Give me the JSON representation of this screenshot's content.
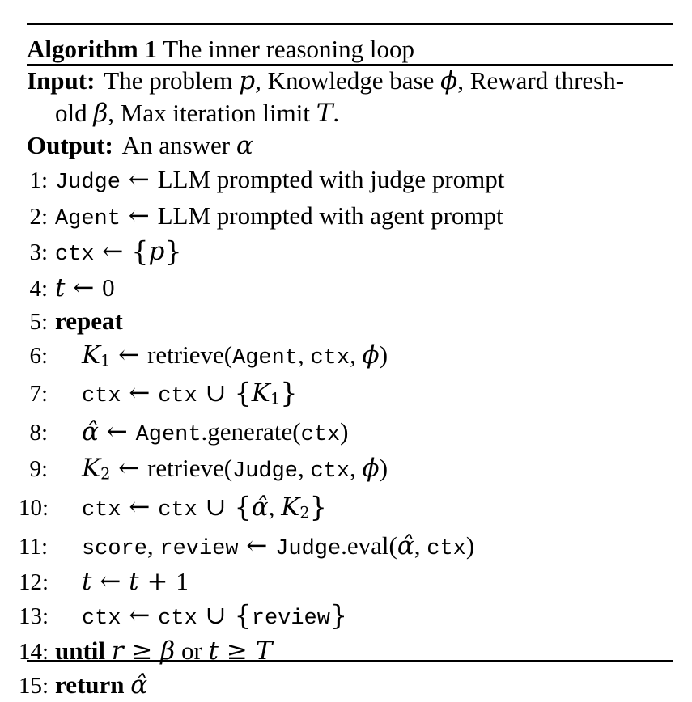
{
  "colors": {
    "text": "#000000",
    "background": "#ffffff",
    "rule": "#000000"
  },
  "algorithm": {
    "title": {
      "label": "Algorithm 1",
      "text": "The inner reasoning loop"
    },
    "input": {
      "label": "Input:",
      "segments": [
        {
          "t": "The problem ",
          "s": "rm"
        },
        {
          "t": "p",
          "s": "m"
        },
        {
          "t": ", Knowledge base ",
          "s": "rm"
        },
        {
          "t": "ϕ",
          "s": "m"
        },
        {
          "t": ", Reward thresh-",
          "s": "rm"
        },
        {
          "t": "",
          "s": "br"
        },
        {
          "t": "old ",
          "s": "rm"
        },
        {
          "t": "β",
          "s": "m"
        },
        {
          "t": ", Max iteration limit ",
          "s": "rm"
        },
        {
          "t": "T",
          "s": "m"
        },
        {
          "t": ".",
          "s": "rm"
        }
      ]
    },
    "output": {
      "label": "Output:",
      "segments": [
        {
          "t": "An answer ",
          "s": "rm"
        },
        {
          "t": "α",
          "s": "m"
        }
      ]
    },
    "lines": [
      {
        "num": "1:",
        "indent": 0,
        "segments": [
          {
            "t": "Judge",
            "s": "mono"
          },
          {
            "t": " ← ",
            "s": "sym"
          },
          {
            "t": "LLM prompted with judge prompt",
            "s": "rm"
          }
        ]
      },
      {
        "num": "2:",
        "indent": 0,
        "segments": [
          {
            "t": "Agent",
            "s": "mono"
          },
          {
            "t": " ← ",
            "s": "sym"
          },
          {
            "t": "LLM prompted with agent prompt",
            "s": "rm"
          }
        ]
      },
      {
        "num": "3:",
        "indent": 0,
        "segments": [
          {
            "t": "ctx",
            "s": "mono"
          },
          {
            "t": " ← ",
            "s": "sym"
          },
          {
            "t": "{",
            "s": "brace"
          },
          {
            "t": "p",
            "s": "m"
          },
          {
            "t": "}",
            "s": "brace"
          }
        ]
      },
      {
        "num": "4:",
        "indent": 0,
        "segments": [
          {
            "t": "t",
            "s": "m"
          },
          {
            "t": " ← ",
            "s": "sym"
          },
          {
            "t": "0",
            "s": "rm"
          }
        ]
      },
      {
        "num": "5:",
        "indent": 0,
        "segments": [
          {
            "t": "repeat",
            "s": "b"
          }
        ]
      },
      {
        "num": "6:",
        "indent": 1,
        "segments": [
          {
            "t": "K",
            "s": "m"
          },
          {
            "t": "1",
            "s": "sub"
          },
          {
            "t": " ← ",
            "s": "sym"
          },
          {
            "t": "retrieve(",
            "s": "rm"
          },
          {
            "t": "Agent",
            "s": "mono"
          },
          {
            "t": ", ",
            "s": "rm"
          },
          {
            "t": "ctx",
            "s": "mono"
          },
          {
            "t": ", ",
            "s": "rm"
          },
          {
            "t": "ϕ",
            "s": "m"
          },
          {
            "t": ")",
            "s": "rm"
          }
        ]
      },
      {
        "num": "7:",
        "indent": 1,
        "segments": [
          {
            "t": "ctx",
            "s": "mono"
          },
          {
            "t": " ← ",
            "s": "sym"
          },
          {
            "t": "ctx",
            "s": "mono"
          },
          {
            "t": " ∪ ",
            "s": "sym"
          },
          {
            "t": "{",
            "s": "brace"
          },
          {
            "t": "K",
            "s": "m"
          },
          {
            "t": "1",
            "s": "sub"
          },
          {
            "t": "}",
            "s": "brace"
          }
        ]
      },
      {
        "num": "8:",
        "indent": 1,
        "segments": [
          {
            "t": "α̂",
            "s": "m"
          },
          {
            "t": " ← ",
            "s": "sym"
          },
          {
            "t": "Agent",
            "s": "mono"
          },
          {
            "t": ".generate(",
            "s": "rm"
          },
          {
            "t": "ctx",
            "s": "mono"
          },
          {
            "t": ")",
            "s": "rm"
          }
        ]
      },
      {
        "num": "9:",
        "indent": 1,
        "segments": [
          {
            "t": "K",
            "s": "m"
          },
          {
            "t": "2",
            "s": "sub"
          },
          {
            "t": " ← ",
            "s": "sym"
          },
          {
            "t": "retrieve(",
            "s": "rm"
          },
          {
            "t": "Judge",
            "s": "mono"
          },
          {
            "t": ", ",
            "s": "rm"
          },
          {
            "t": "ctx",
            "s": "mono"
          },
          {
            "t": ", ",
            "s": "rm"
          },
          {
            "t": "ϕ",
            "s": "m"
          },
          {
            "t": ")",
            "s": "rm"
          }
        ]
      },
      {
        "num": "10:",
        "indent": 1,
        "segments": [
          {
            "t": "ctx",
            "s": "mono"
          },
          {
            "t": " ← ",
            "s": "sym"
          },
          {
            "t": "ctx",
            "s": "mono"
          },
          {
            "t": " ∪ ",
            "s": "sym"
          },
          {
            "t": "{",
            "s": "brace"
          },
          {
            "t": "α̂",
            "s": "m"
          },
          {
            "t": ", ",
            "s": "rm"
          },
          {
            "t": "K",
            "s": "m"
          },
          {
            "t": "2",
            "s": "sub"
          },
          {
            "t": "}",
            "s": "brace"
          }
        ]
      },
      {
        "num": "11:",
        "indent": 1,
        "segments": [
          {
            "t": "score",
            "s": "mono"
          },
          {
            "t": ", ",
            "s": "rm"
          },
          {
            "t": "review",
            "s": "mono"
          },
          {
            "t": " ← ",
            "s": "sym"
          },
          {
            "t": "Judge",
            "s": "mono"
          },
          {
            "t": ".eval(",
            "s": "rm"
          },
          {
            "t": "α̂",
            "s": "m"
          },
          {
            "t": ", ",
            "s": "rm"
          },
          {
            "t": "ctx",
            "s": "mono"
          },
          {
            "t": ")",
            "s": "rm"
          }
        ]
      },
      {
        "num": "12:",
        "indent": 1,
        "segments": [
          {
            "t": "t",
            "s": "m"
          },
          {
            "t": " ← ",
            "s": "sym"
          },
          {
            "t": "t",
            "s": "m"
          },
          {
            "t": " + ",
            "s": "sym"
          },
          {
            "t": "1",
            "s": "rm"
          }
        ]
      },
      {
        "num": "13:",
        "indent": 1,
        "segments": [
          {
            "t": "ctx",
            "s": "mono"
          },
          {
            "t": " ← ",
            "s": "sym"
          },
          {
            "t": "ctx",
            "s": "mono"
          },
          {
            "t": " ∪ ",
            "s": "sym"
          },
          {
            "t": "{",
            "s": "brace"
          },
          {
            "t": "review",
            "s": "mono"
          },
          {
            "t": "}",
            "s": "brace"
          }
        ]
      },
      {
        "num": "14:",
        "indent": 0,
        "segments": [
          {
            "t": "until ",
            "s": "b"
          },
          {
            "t": "r",
            "s": "m"
          },
          {
            "t": " ≥ ",
            "s": "sym"
          },
          {
            "t": "β",
            "s": "m"
          },
          {
            "t": " or ",
            "s": "rm"
          },
          {
            "t": "t",
            "s": "m"
          },
          {
            "t": " ≥ ",
            "s": "sym"
          },
          {
            "t": "T",
            "s": "m"
          }
        ]
      },
      {
        "num": "15:",
        "indent": 0,
        "segments": [
          {
            "t": "return ",
            "s": "b"
          },
          {
            "t": "α̂",
            "s": "m"
          }
        ]
      }
    ]
  }
}
